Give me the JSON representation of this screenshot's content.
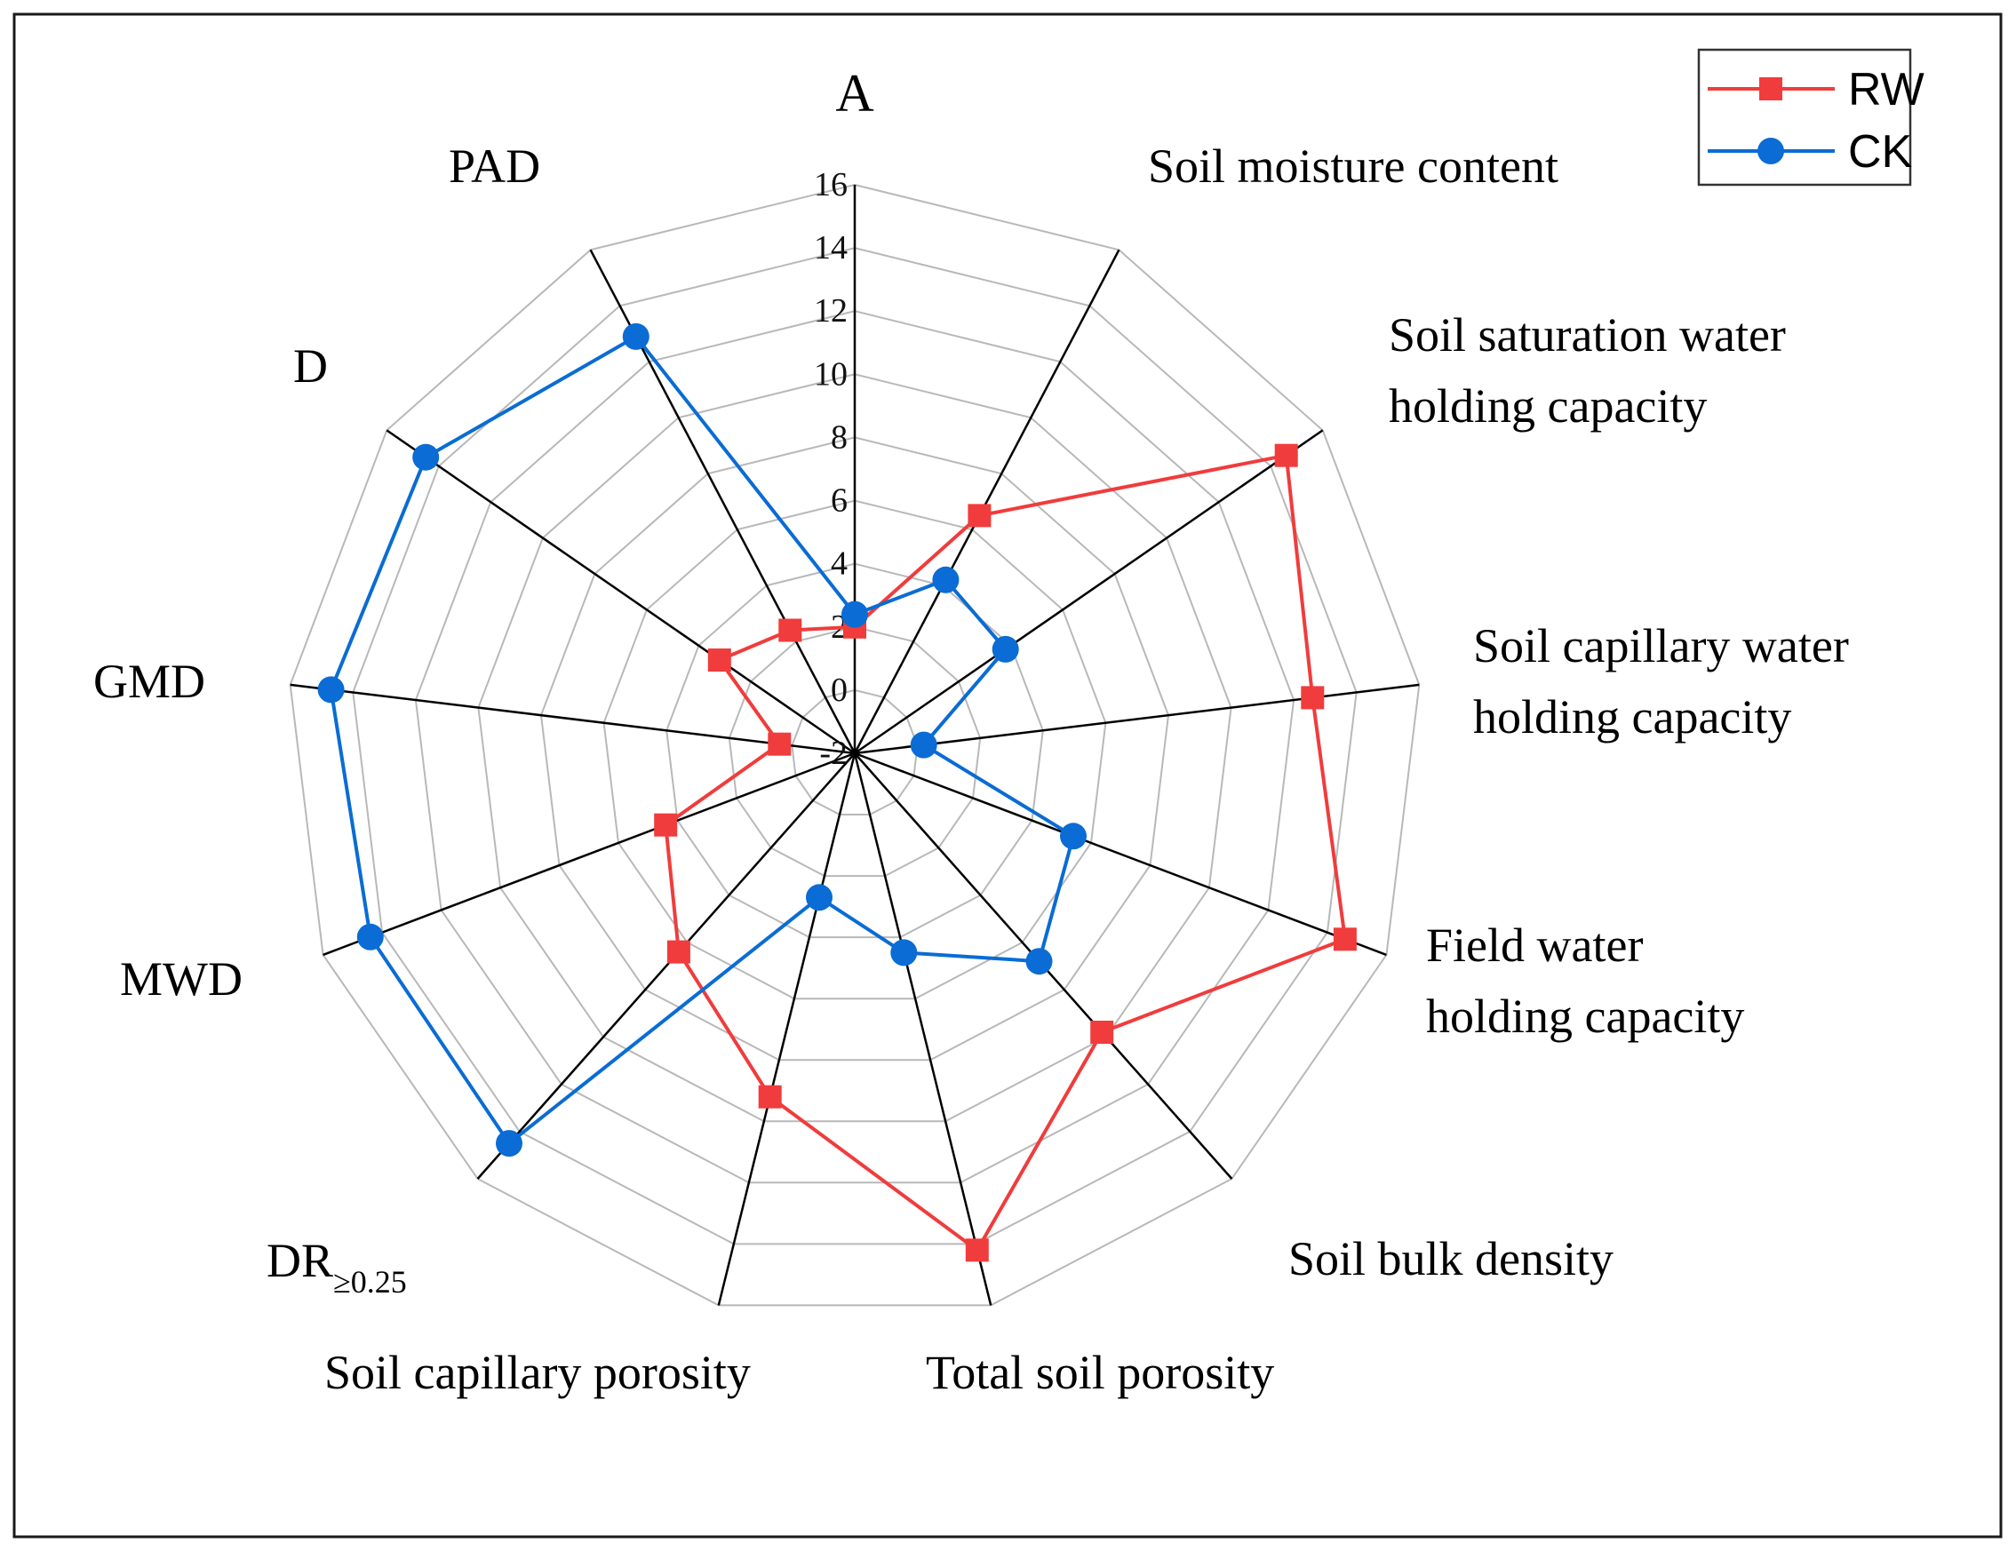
{
  "panel_label": "A",
  "chart_data": {
    "type": "radar",
    "title": "",
    "axes": [
      "Soil moisture content",
      "Soil saturation water holding capacity",
      "Soil capillary water holding capacity",
      "Field water holding capacity",
      "Soil bulk density",
      "Total soil porosity",
      "Soil capillary porosity",
      "DR≥0.25",
      "MWD",
      "GMD",
      "D",
      "PAD",
      "A"
    ],
    "axis_label_lines": [
      [
        "Soil moisture content"
      ],
      [
        "Soil saturation water",
        "holding capacity"
      ],
      [
        "Soil capillary water",
        "holding capacity"
      ],
      [
        "Field water",
        "holding capacity"
      ],
      [
        "Soil bulk density"
      ],
      [
        "Total soil porosity"
      ],
      [
        "Soil capillary porosity"
      ],
      [
        "DR",
        "≥0.25"
      ],
      [
        "MWD"
      ],
      [
        "GMD"
      ],
      [
        "D"
      ],
      [
        "PAD"
      ],
      [
        "A"
      ]
    ],
    "radial_ticks": [
      "-2",
      "0",
      "2",
      "4",
      "6",
      "8",
      "10",
      "12",
      "14",
      "16"
    ],
    "rlim": [
      -2,
      16
    ],
    "grid": true,
    "legend_position": "top-right",
    "series": [
      {
        "name": "RW",
        "color": "#f03c3c",
        "marker": "square",
        "values": [
          6.5,
          14.6,
          12.6,
          14.6,
          9.8,
          14.2,
          9.2,
          6.4,
          4.4,
          0.4,
          3.2,
          2.4,
          2.0
        ]
      },
      {
        "name": "CK",
        "color": "#0a6cd4",
        "marker": "circle",
        "values": [
          4.2,
          3.8,
          0.2,
          5.4,
          6.8,
          4.5,
          2.7,
          14.5,
          14.4,
          14.7,
          14.5,
          12.9,
          2.4
        ]
      }
    ]
  }
}
